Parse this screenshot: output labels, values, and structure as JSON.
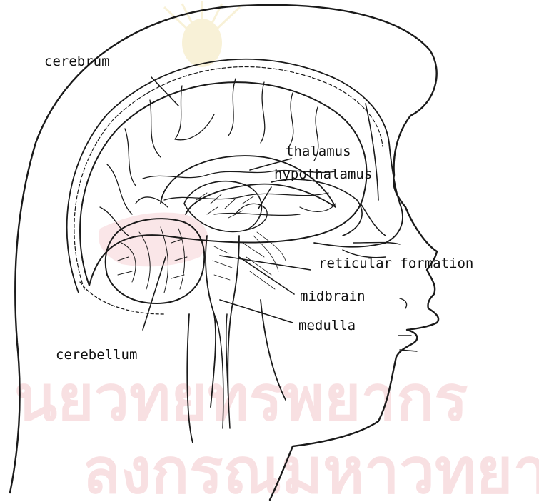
{
  "diagram": {
    "labels": {
      "cerebrum": "cerebrum",
      "thalamus": "thalamus",
      "hypothalamus": "hypothalamus",
      "reticular_formation": "reticular formation",
      "midbrain": "midbrain",
      "medulla": "medulla",
      "cerebellum": "cerebellum"
    },
    "watermark": {
      "line1": "นยวทยทรพยากร",
      "line2": "ลงกรณมหาวทยาลย"
    },
    "colors": {
      "ink": "#1a1a1a",
      "watermark_pink": "#f4c7cc",
      "watermark_gold": "#f1e2a8"
    }
  }
}
